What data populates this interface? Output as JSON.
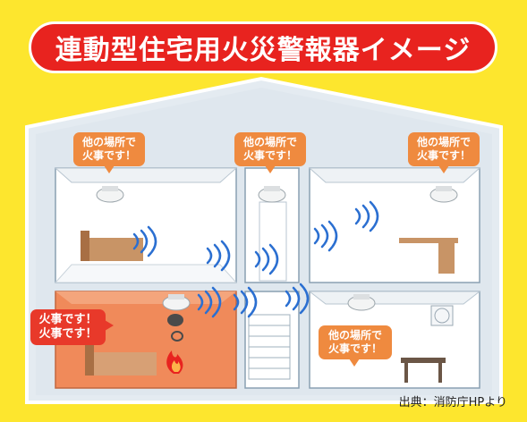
{
  "title": "連動型住宅用火災警報器イメージ",
  "bubbles": {
    "top_left": [
      "他の場所で",
      "火事です！"
    ],
    "top_center": [
      "他の場所で",
      "火事です！"
    ],
    "top_right": [
      "他の場所で",
      "火事です！"
    ],
    "bottom_left_fire": [
      "火事です！",
      "火事です！"
    ],
    "bottom_right": [
      "他の場所で",
      "火事です！"
    ]
  },
  "source": "出典：消防庁HPより",
  "colors": {
    "background": "#fde62e",
    "title_bg": "#e8231f",
    "house_wall": "#dfe7ee",
    "fire_room": "#f08a5a",
    "bubble": "#ef8a3f",
    "waves": "#2b6fd1"
  }
}
